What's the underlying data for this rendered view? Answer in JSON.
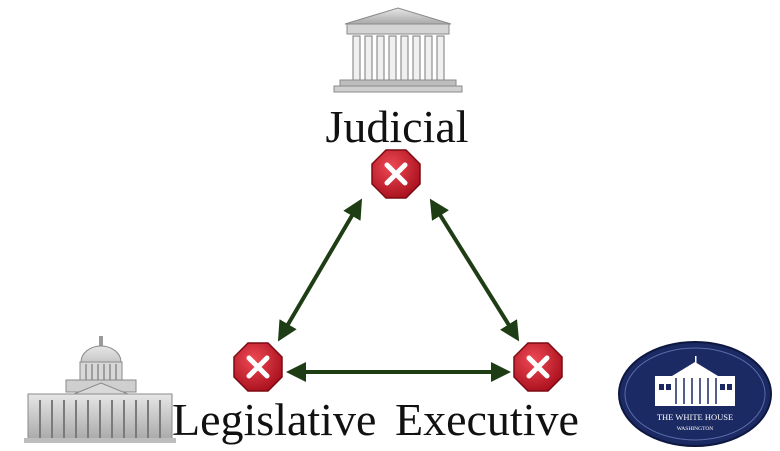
{
  "branches": {
    "judicial": {
      "label": "Judicial",
      "building_icon": "supreme-court-icon"
    },
    "legislative": {
      "label": "Legislative",
      "building_icon": "capitol-building-icon"
    },
    "executive": {
      "label": "Executive",
      "building_icon": "white-house-seal-icon"
    }
  },
  "seal": {
    "line1": "THE WHITE HOUSE",
    "line2": "WASHINGTON"
  },
  "colors": {
    "arrow": "#1f3d14",
    "stop_badge": "#c8192a",
    "seal_blue": "#1b2a63",
    "stone": "#c9c9c9"
  }
}
